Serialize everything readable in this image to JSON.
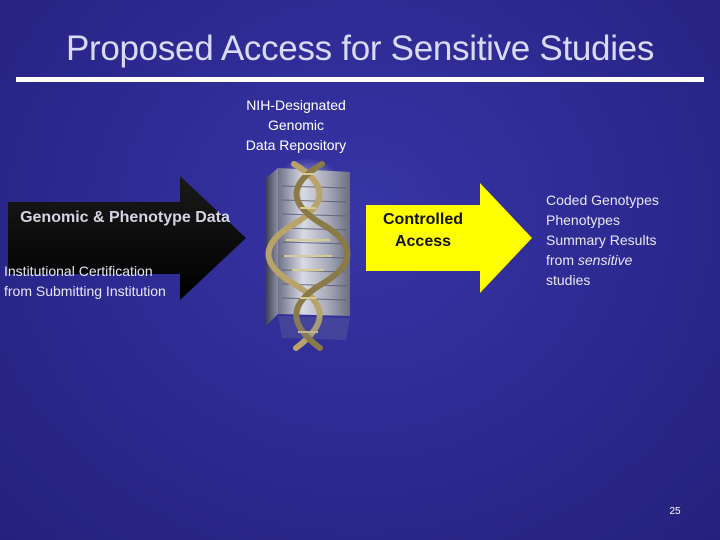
{
  "slide": {
    "title": "Proposed Access for Sensitive Studies",
    "page_number": "25"
  },
  "repository": {
    "label_lines": [
      "NIH-Designated",
      "Genomic",
      "Data Repository"
    ],
    "icon": "server-with-dna-helix-icon"
  },
  "input_arrow": {
    "label": "Genomic & Phenotype Data",
    "color": "#000000"
  },
  "certification": {
    "lines": [
      "Institutional Certification",
      "from Submitting Institution"
    ]
  },
  "output_arrow": {
    "label": "Controlled Access",
    "color": "#ffff00"
  },
  "outputs": {
    "line1": "Coded Genotypes",
    "line2": "Phenotypes",
    "line3": "Summary Results",
    "line4_prefix": "from ",
    "line4_emphasis": "sensitive",
    "line5": "studies"
  },
  "colors": {
    "background": "#2d2a8f",
    "title": "#d9daf4",
    "rule": "#ffffff",
    "helix": "#b8a46a"
  }
}
